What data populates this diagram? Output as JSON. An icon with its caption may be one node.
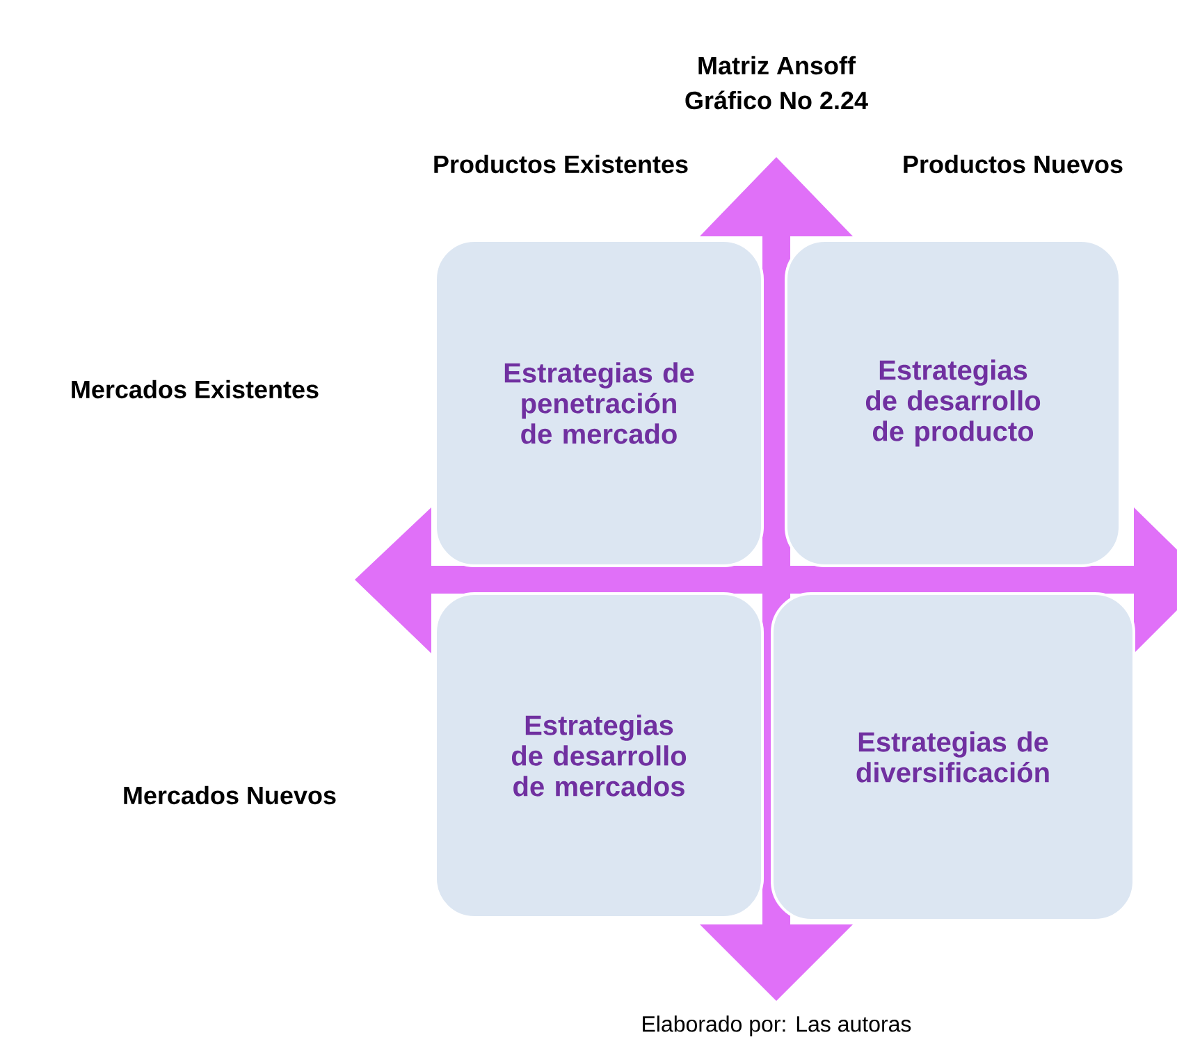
{
  "diagram": {
    "title": "Matriz Ansoff",
    "caption": "Elaborado por: Las autoras",
    "nodes": [
      {
        "text": [
          "Estrategias de penetración de mercado"
        ]
      },
      {
        "text": [
          "Estrategias de desarrollo de producto"
        ]
      },
      {
        "text": [
          "Estrategias de desarrollo de mercados"
        ]
      },
      {
        "text": [
          "Estrategias de diversificación"
        ]
      }
    ],
    "labels": [
      "Gráfico No 2.24",
      "Productos Existentes",
      "Productos Nuevos",
      "Mercados Existentes",
      "Mercados Nuevos"
    ]
  }
}
